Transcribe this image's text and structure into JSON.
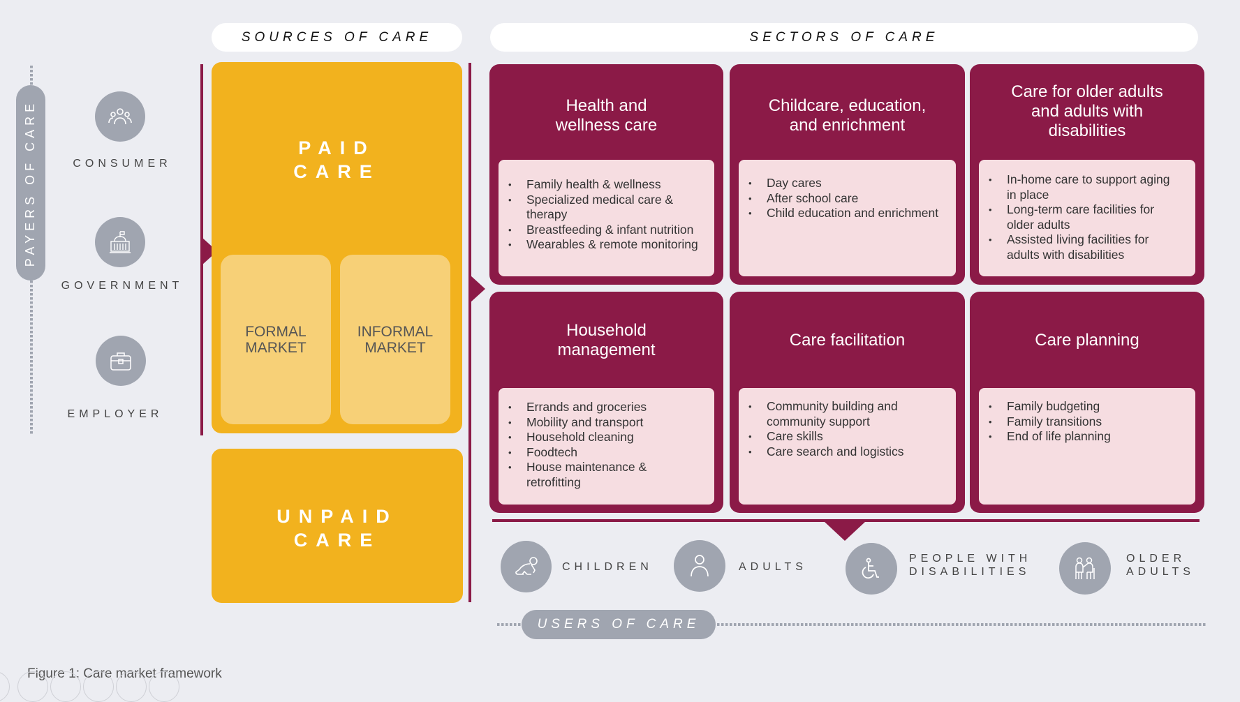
{
  "headers": {
    "sources": "SOURCES OF CARE",
    "sectors": "SECTORS OF CARE",
    "payers": "PAYERS OF CARE",
    "users": "USERS OF CARE"
  },
  "payers": [
    {
      "label": "CONSUMER",
      "icon": "people-group-icon"
    },
    {
      "label": "GOVERNMENT",
      "icon": "capitol-building-icon"
    },
    {
      "label": "EMPLOYER",
      "icon": "briefcase-icon"
    }
  ],
  "sources": {
    "paid": {
      "line1": "PAID",
      "line2": "CARE"
    },
    "markets": [
      {
        "line1": "FORMAL",
        "line2": "MARKET"
      },
      {
        "line1": "INFORMAL",
        "line2": "MARKET"
      }
    ],
    "unpaid": {
      "line1": "UNPAID",
      "line2": "CARE"
    }
  },
  "sectors": [
    {
      "title": "Health and wellness care",
      "items": [
        "Family health & wellness",
        "Specialized medical care & therapy",
        "Breastfeeding & infant nutrition",
        "Wearables & remote monitoring"
      ]
    },
    {
      "title": "Childcare, education, and enrichment",
      "items": [
        "Day cares",
        "After school care",
        "Child education and enrichment"
      ]
    },
    {
      "title": "Care for older adults and adults with disabilities",
      "items": [
        "In-home care to support aging in place",
        "Long-term care facilities for older adults",
        "Assisted living facilities for adults with disabilities"
      ]
    },
    {
      "title": "Household management",
      "items": [
        "Errands and groceries",
        "Mobility and transport",
        "Household cleaning",
        "Foodtech",
        "House maintenance & retrofitting"
      ]
    },
    {
      "title": "Care facilitation",
      "items": [
        "Community building and community support",
        "Care skills",
        "Care search and logistics"
      ]
    },
    {
      "title": "Care planning",
      "items": [
        "Family budgeting",
        "Family transitions",
        "End of life planning"
      ]
    }
  ],
  "users": [
    {
      "line1": "CHILDREN",
      "line2": "",
      "icon": "crawling-baby-icon"
    },
    {
      "line1": "ADULTS",
      "line2": "",
      "icon": "person-icon"
    },
    {
      "line1": "PEOPLE WITH",
      "line2": "DISABILITIES",
      "icon": "wheelchair-icon"
    },
    {
      "line1": "OLDER",
      "line2": "ADULTS",
      "icon": "elderly-couple-icon"
    }
  ],
  "caption": "Figure 1: Care market framework",
  "colors": {
    "background": "#ecedf2",
    "maroon": "#8b1a47",
    "gold": "#f2b21e",
    "gold_light": "#f7d077",
    "pink": "#f6dde1",
    "gray": "#a0a5b0"
  }
}
